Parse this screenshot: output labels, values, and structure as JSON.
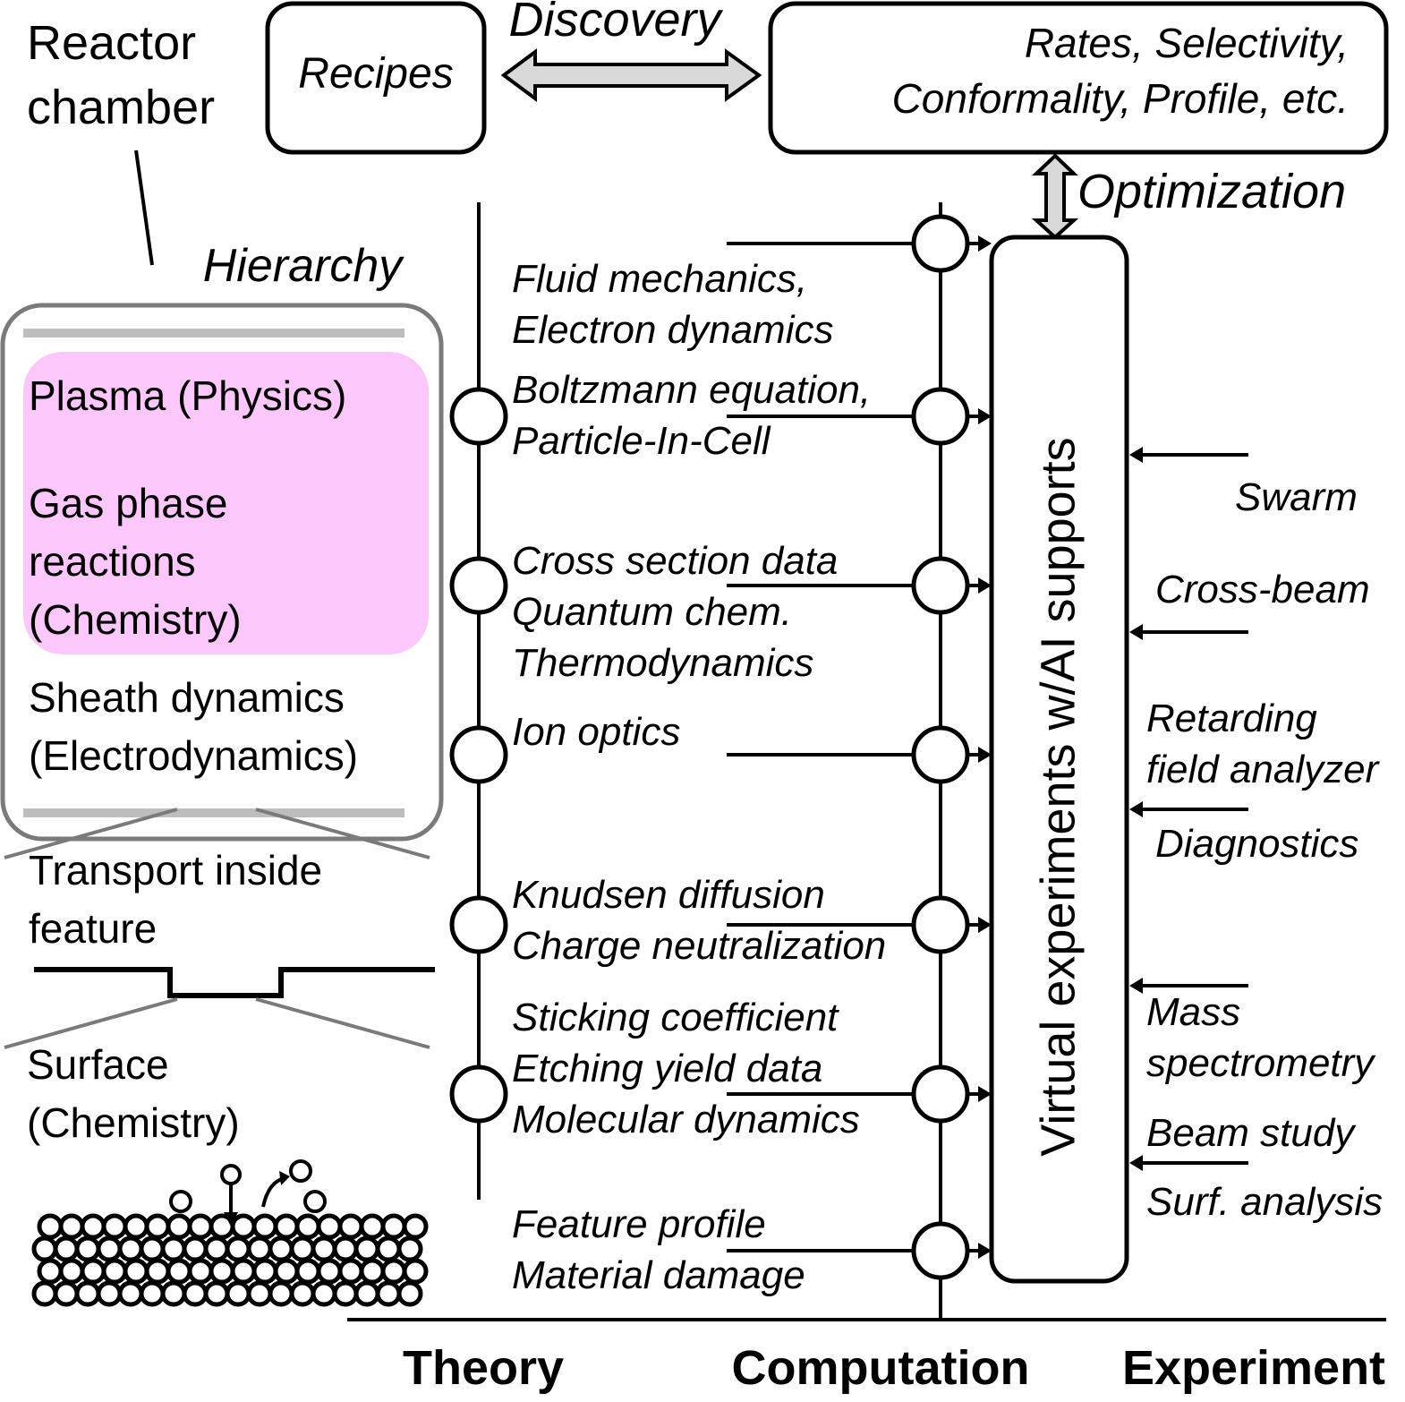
{
  "top": {
    "reactor_label": [
      "Reactor",
      "chamber"
    ],
    "recipes": "Recipes",
    "discovery": "Discovery",
    "outcomes": [
      "Rates, Selectivity,",
      "Conformality, Profile, etc."
    ],
    "optimization": "Optimization"
  },
  "hierarchy": {
    "title": "Hierarchy",
    "plasma": "Plasma (Physics)",
    "gas": [
      "Gas phase",
      "reactions",
      "(Chemistry)"
    ],
    "sheath": [
      "Sheath dynamics",
      "(Electrodynamics)"
    ],
    "transport": [
      "Transport inside",
      "feature"
    ],
    "surface": [
      "Surface",
      "(Chemistry)"
    ],
    "plasma_fill": "#fcc8fb"
  },
  "theory": [
    [
      "Fluid mechanics,",
      "Electron dynamics"
    ],
    [
      "Boltzmann equation,",
      "Particle-In-Cell"
    ],
    [
      "Cross section data",
      "Quantum chem.",
      "Thermodynamics"
    ],
    [
      "Ion optics"
    ],
    [
      "Knudsen diffusion",
      "Charge neutralization"
    ],
    [
      "Sticking coefficient",
      "Etching yield data",
      "Molecular dynamics"
    ],
    [
      "Feature profile",
      "Material damage"
    ]
  ],
  "virtual": "Virtual experiments w/AI supports",
  "experiment": [
    [
      "Swarm"
    ],
    [
      "Cross-beam"
    ],
    [
      "Retarding",
      "field analyzer"
    ],
    [
      "Diagnostics"
    ],
    [
      "Mass",
      "spectrometry"
    ],
    [
      "Beam study"
    ],
    [
      "Surf. analysis"
    ]
  ],
  "axis": {
    "theory": "Theory",
    "computation": "Computation",
    "experiment": "Experiment"
  }
}
